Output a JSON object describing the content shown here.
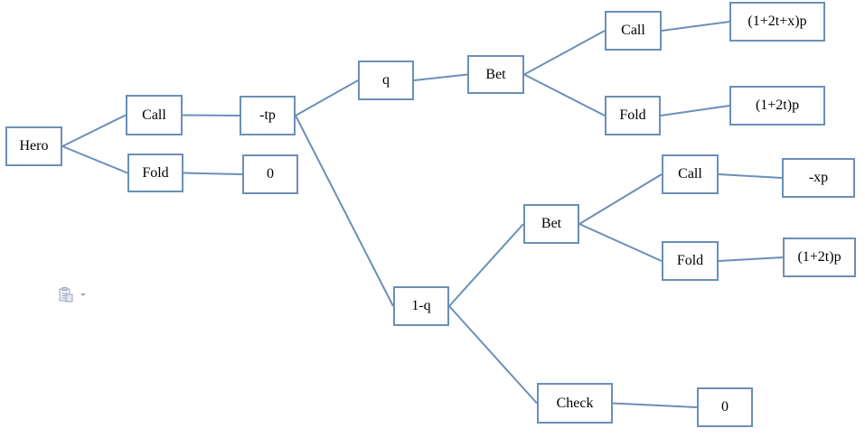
{
  "diagram": {
    "line_color": "#6b8fb8",
    "nodes": [
      {
        "id": "hero",
        "label": "Hero"
      },
      {
        "id": "call1",
        "label": "Call"
      },
      {
        "id": "fold1",
        "label": "Fold"
      },
      {
        "id": "neg-tp",
        "label": "-tp"
      },
      {
        "id": "zero1",
        "label": "0"
      },
      {
        "id": "q",
        "label": "q"
      },
      {
        "id": "one-minus-q",
        "label": "1-q"
      },
      {
        "id": "bet1",
        "label": "Bet"
      },
      {
        "id": "bet2",
        "label": "Bet"
      },
      {
        "id": "call2",
        "label": "Call"
      },
      {
        "id": "fold2",
        "label": "Fold"
      },
      {
        "id": "payoff1",
        "label": "(1+2t+x)p"
      },
      {
        "id": "payoff2",
        "label": "(1+2t)p"
      },
      {
        "id": "call3",
        "label": "Call"
      },
      {
        "id": "fold3",
        "label": "Fold"
      },
      {
        "id": "payoff3",
        "label": "-xp"
      },
      {
        "id": "payoff4",
        "label": "(1+2t)p"
      },
      {
        "id": "check",
        "label": "Check"
      },
      {
        "id": "zero2",
        "label": "0"
      }
    ],
    "edges": [
      {
        "from": "hero",
        "to": "call1"
      },
      {
        "from": "hero",
        "to": "fold1"
      },
      {
        "from": "call1",
        "to": "neg-tp"
      },
      {
        "from": "fold1",
        "to": "zero1"
      },
      {
        "from": "neg-tp",
        "to": "q"
      },
      {
        "from": "neg-tp",
        "to": "one-minus-q"
      },
      {
        "from": "q",
        "to": "bet1"
      },
      {
        "from": "bet1",
        "to": "call2"
      },
      {
        "from": "bet1",
        "to": "fold2"
      },
      {
        "from": "call2",
        "to": "payoff1"
      },
      {
        "from": "fold2",
        "to": "payoff2"
      },
      {
        "from": "one-minus-q",
        "to": "bet2"
      },
      {
        "from": "one-minus-q",
        "to": "check"
      },
      {
        "from": "bet2",
        "to": "call3"
      },
      {
        "from": "bet2",
        "to": "fold3"
      },
      {
        "from": "call3",
        "to": "payoff3"
      },
      {
        "from": "fold3",
        "to": "payoff4"
      },
      {
        "from": "check",
        "to": "zero2"
      }
    ]
  },
  "widget": {
    "icon": "paste-options-icon",
    "arrow_icon": "dropdown-arrow-icon"
  }
}
